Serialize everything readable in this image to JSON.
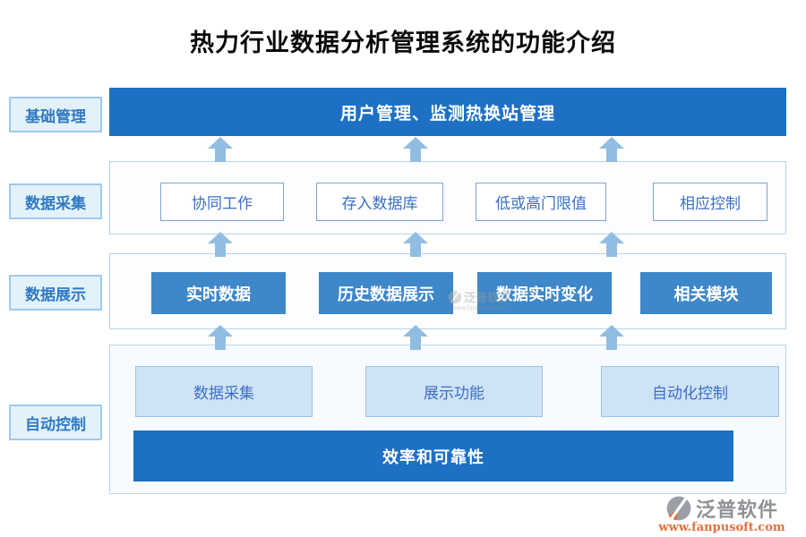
{
  "title": "热力行业数据分析管理系统的功能介绍",
  "side_labels": [
    "基础管理",
    "数据采集",
    "数据展示",
    "自动控制"
  ],
  "row1": {
    "label": "用户管理、监测热换站管理"
  },
  "row2": {
    "items": [
      "协同工作",
      "存入数据库",
      "低或高门限值",
      "相应控制"
    ]
  },
  "row3": {
    "items": [
      "实时数据",
      "历史数据展示",
      "数据实时变化",
      "相关模块"
    ]
  },
  "row4": {
    "items": [
      "数据采集",
      "展示功能",
      "自动化控制"
    ],
    "footer": "效率和可靠性"
  },
  "branding": {
    "name": "泛普软件",
    "url": "www.fanpusoft.com"
  },
  "colors": {
    "primary_blue": "#1e70c4",
    "mid_blue": "#3e87c9",
    "light_box_fill": "#cfe3f6",
    "label_fill": "#e3f1fb",
    "arrow_blue": "#92bde2",
    "container_border": "#b8d4ea",
    "text_blue": "#3b6fc4",
    "accent_orange": "#e4703d"
  }
}
